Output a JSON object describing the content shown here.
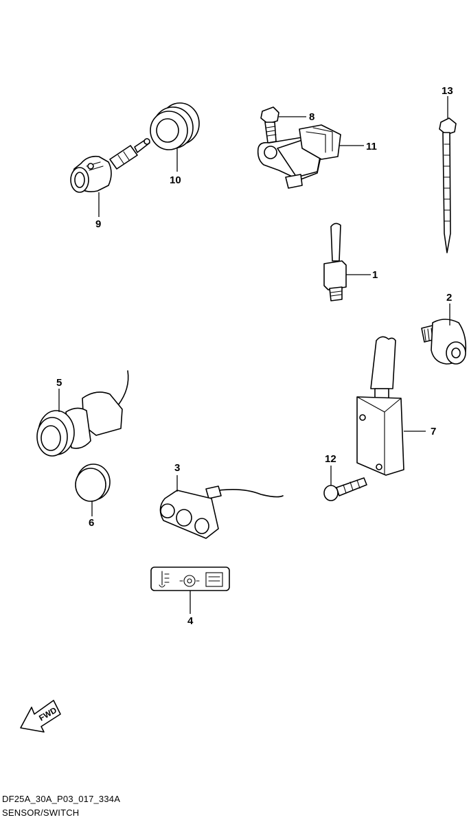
{
  "diagram": {
    "parts": [
      {
        "id": "1",
        "label": "1"
      },
      {
        "id": "2",
        "label": "2"
      },
      {
        "id": "3",
        "label": "3"
      },
      {
        "id": "4",
        "label": "4"
      },
      {
        "id": "5",
        "label": "5"
      },
      {
        "id": "6",
        "label": "6"
      },
      {
        "id": "7",
        "label": "7"
      },
      {
        "id": "8",
        "label": "8"
      },
      {
        "id": "9",
        "label": "9"
      },
      {
        "id": "10",
        "label": "10"
      },
      {
        "id": "11",
        "label": "11"
      },
      {
        "id": "12",
        "label": "12"
      },
      {
        "id": "13",
        "label": "13"
      }
    ],
    "direction_arrow": {
      "label": "FWD",
      "icon": "fwd-arrow-icon"
    }
  },
  "footer": {
    "code": "DF25A_30A_P03_017_334A",
    "title": "SENSOR/SWITCH"
  }
}
